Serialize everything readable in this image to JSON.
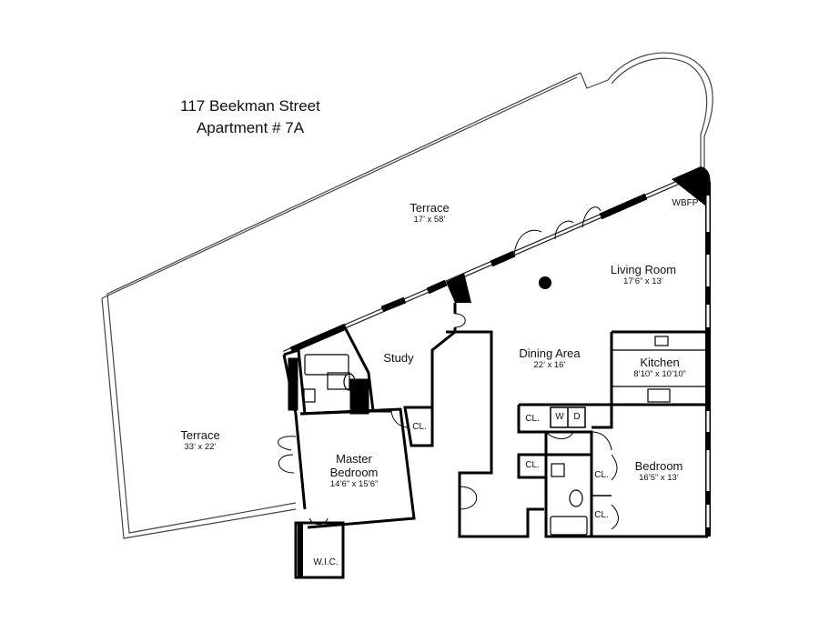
{
  "address": {
    "line1": "117 Beekman Street",
    "line2": "Apartment # 7A"
  },
  "rooms": {
    "terrace_top": {
      "name": "Terrace",
      "dims": "17’ x 58’"
    },
    "terrace_left": {
      "name": "Terrace",
      "dims": "33’ x 22’"
    },
    "living_room": {
      "name": "Living Room",
      "dims": "17’6” x 13’"
    },
    "dining_area": {
      "name": "Dining Area",
      "dims": "22’ x 16’"
    },
    "kitchen": {
      "name": "Kitchen",
      "dims": "8’10” x 10’10”"
    },
    "study": {
      "name": "Study"
    },
    "master_bedroom": {
      "name_line1": "Master",
      "name_line2": "Bedroom",
      "dims": "14’6” x 15’6”"
    },
    "bedroom": {
      "name": "Bedroom",
      "dims": "16’5” x 13’"
    }
  },
  "fixtures": {
    "wbfp": "WBFP",
    "closet": "CL.",
    "wic": "W.I.C.",
    "washer": "W",
    "dryer": "D"
  },
  "colors": {
    "wall": "#000000",
    "line": "#333333",
    "background": "#ffffff"
  }
}
